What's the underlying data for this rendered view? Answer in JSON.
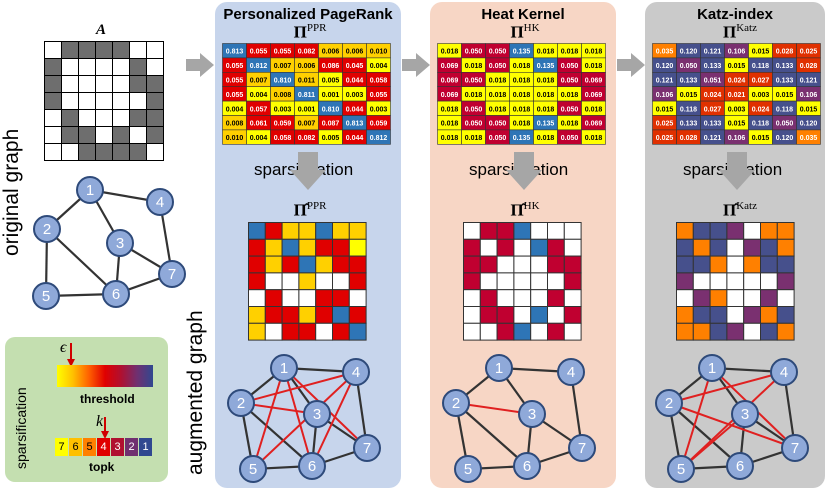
{
  "left": {
    "matrix_label": "A",
    "vertical_label": "original graph",
    "vertical_label2": "augmented graph"
  },
  "panels": {
    "ppr": {
      "title": "Personalized PageRank",
      "pi_sup": "PPR",
      "sparsification": "sparsification",
      "color": "#c7d5ec"
    },
    "hk": {
      "title": "Heat Kernel",
      "pi_sup": "HK",
      "sparsification": "sparsification",
      "color": "#f7d6c5"
    },
    "katz": {
      "title": "Katz-index",
      "pi_sup": "Katz",
      "sparsification": "sparsification",
      "color": "#cacaca"
    }
  },
  "legend": {
    "title": "sparsification",
    "epsilon": "ϵ",
    "threshold_label": "threshold",
    "k": "k",
    "topk_label": "topk",
    "topk_values": [
      "7",
      "6",
      "5",
      "4",
      "3",
      "2",
      "1"
    ]
  },
  "graph_nodes": [
    "1",
    "2",
    "3",
    "4",
    "5",
    "6",
    "7"
  ],
  "matrices": {
    "ppr": [
      [
        "0.813",
        "0.055",
        "0.055",
        "0.082",
        "0.006",
        "0.006",
        "0.010"
      ],
      [
        "0.055",
        "0.812",
        "0.007",
        "0.006",
        "0.086",
        "0.045",
        "0.004"
      ],
      [
        "0.055",
        "0.007",
        "0.810",
        "0.011",
        "0.005",
        "0.044",
        "0.058"
      ],
      [
        "0.055",
        "0.004",
        "0.008",
        "0.811",
        "0.001",
        "0.003",
        "0.055"
      ],
      [
        "0.004",
        "0.057",
        "0.003",
        "0.001",
        "0.810",
        "0.044",
        "0.003"
      ],
      [
        "0.008",
        "0.061",
        "0.059",
        "0.007",
        "0.087",
        "0.813",
        "0.059"
      ],
      [
        "0.010",
        "0.004",
        "0.058",
        "0.082",
        "0.005",
        "0.044",
        "0.812"
      ]
    ],
    "hk": [
      [
        "0.018",
        "0.050",
        "0.050",
        "0.135",
        "0.018",
        "0.018",
        "0.018"
      ],
      [
        "0.069",
        "0.018",
        "0.050",
        "0.018",
        "0.135",
        "0.050",
        "0.018"
      ],
      [
        "0.069",
        "0.050",
        "0.018",
        "0.018",
        "0.018",
        "0.050",
        "0.069"
      ],
      [
        "0.069",
        "0.018",
        "0.018",
        "0.018",
        "0.018",
        "0.018",
        "0.069"
      ],
      [
        "0.018",
        "0.050",
        "0.018",
        "0.018",
        "0.018",
        "0.050",
        "0.018"
      ],
      [
        "0.018",
        "0.050",
        "0.050",
        "0.018",
        "0.135",
        "0.018",
        "0.069"
      ],
      [
        "0.018",
        "0.018",
        "0.050",
        "0.135",
        "0.018",
        "0.050",
        "0.018"
      ]
    ],
    "katz": [
      [
        "0.035",
        "0.120",
        "0.121",
        "0.106",
        "0.015",
        "0.028",
        "0.025"
      ],
      [
        "0.120",
        "0.050",
        "0.133",
        "0.015",
        "0.118",
        "0.133",
        "0.028"
      ],
      [
        "0.121",
        "0.133",
        "0.051",
        "0.024",
        "0.027",
        "0.133",
        "0.121"
      ],
      [
        "0.106",
        "0.015",
        "0.024",
        "0.021",
        "0.003",
        "0.015",
        "0.106"
      ],
      [
        "0.015",
        "0.118",
        "0.027",
        "0.003",
        "0.024",
        "0.118",
        "0.015"
      ],
      [
        "0.025",
        "0.133",
        "0.133",
        "0.015",
        "0.118",
        "0.050",
        "0.120"
      ],
      [
        "0.025",
        "0.028",
        "0.121",
        "0.106",
        "0.015",
        "0.120",
        "0.035"
      ]
    ]
  },
  "colors": {
    "node_fill": "#8fa9d9",
    "node_stroke": "#2e4a7a",
    "edge": "#333333",
    "added_edge": "#e02020",
    "arrow": "#a6a6a6"
  }
}
